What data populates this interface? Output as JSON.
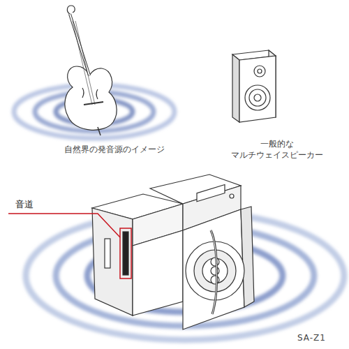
{
  "diagram": {
    "labels": [
      "自然界の発音源のイメージ",
      "一般的な マルチウェイスピーカー",
      "音道",
      "SA-Z1"
    ]
  }
}
